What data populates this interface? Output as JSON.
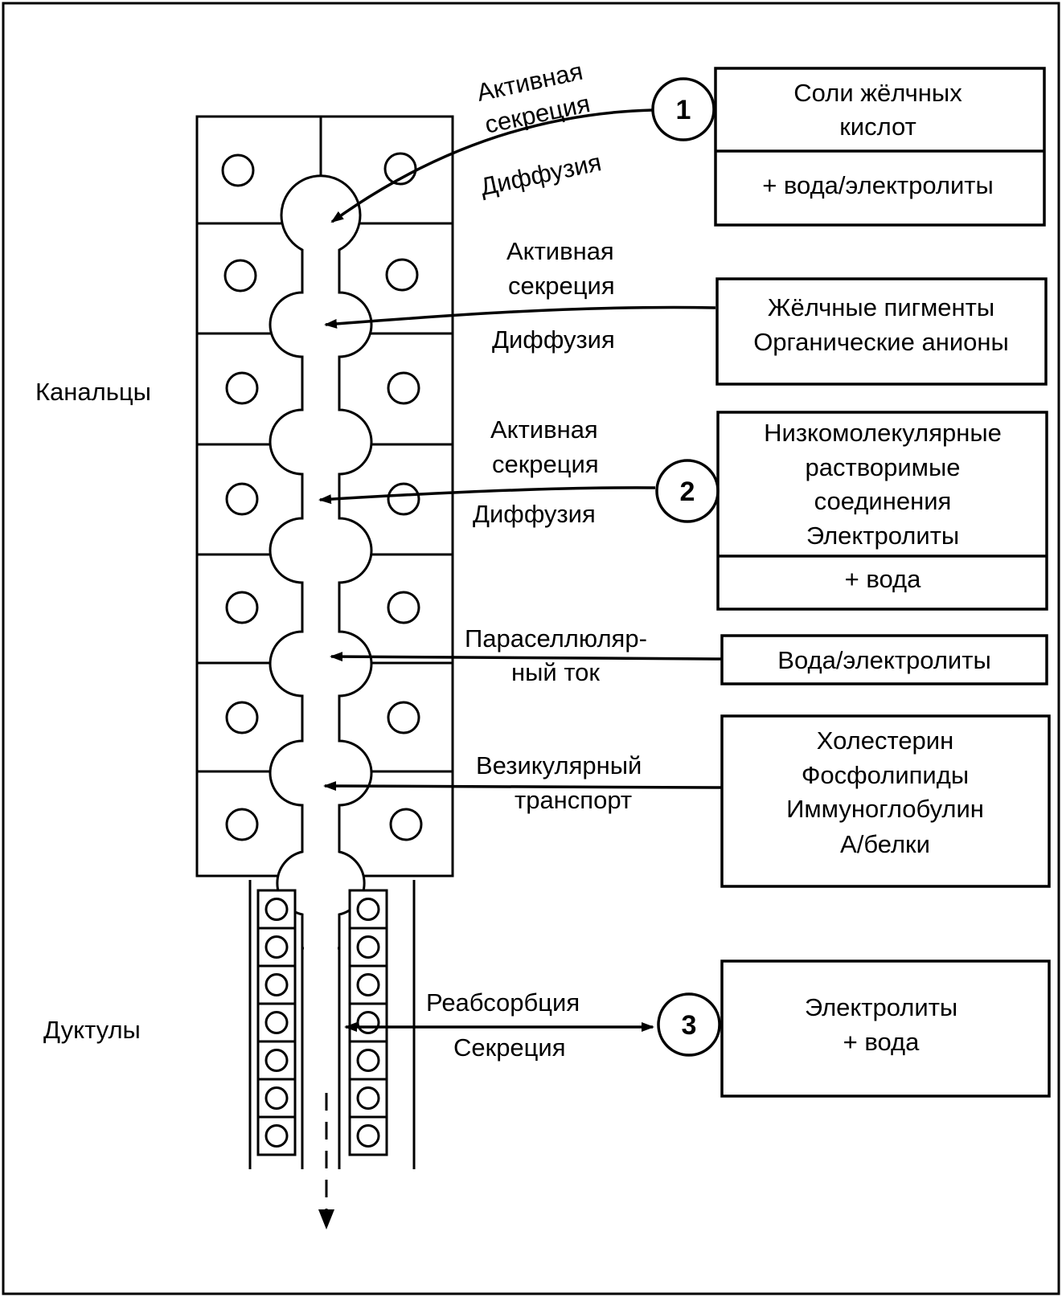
{
  "side_labels": {
    "canaliculi": "Канальцы",
    "ductules": "Дуктулы"
  },
  "arrow_labels": {
    "a1_line1": "Активная",
    "a1_line2": "секреция",
    "a1_line3": "Диффузия",
    "a2_line1": "Активная",
    "a2_line2": "секреция",
    "a2_line3": "Диффузия",
    "a3_line1": "Активная",
    "a3_line2": "секреция",
    "a3_line3": "Диффузия",
    "a4_line1": "Параселлюляр-",
    "a4_line2": "ный ток",
    "a5_line1": "Везикулярный",
    "a5_line2": "транспорт",
    "a6_line1": "Реабсорбция",
    "a6_line2": "Секреция"
  },
  "markers": {
    "m1": "1",
    "m2": "2",
    "m3": "3"
  },
  "boxes": {
    "b1_line1": "Соли жёлчных",
    "b1_line2": "кислот",
    "b1_sub": "+ вода/электролиты",
    "b2_line1": "Жёлчные пигменты",
    "b2_line2": "Органические анионы",
    "b3_line1": "Низкомолекулярные",
    "b3_line2": "растворимые",
    "b3_line3": "соединения",
    "b3_line4": "Электролиты",
    "b3_sub": "+ вода",
    "b4_line1": "Вода/электролиты",
    "b5_line1": "Холестерин",
    "b5_line2": "Фосфолипиды",
    "b5_line3": "Иммуноглобулин",
    "b5_line4": "А/белки",
    "b6_line1": "Электролиты",
    "b6_line2": "+ вода"
  }
}
